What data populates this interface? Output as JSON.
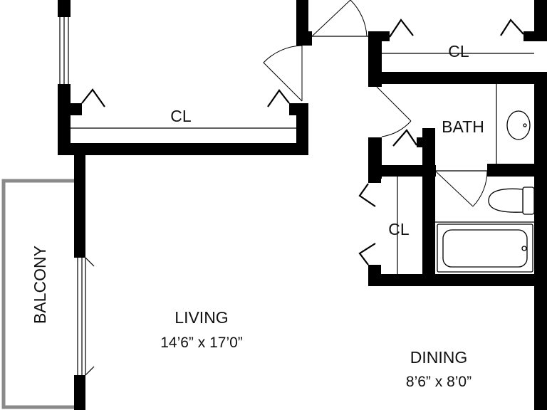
{
  "rooms": {
    "closet_top_left": {
      "label": "CL"
    },
    "closet_top_right": {
      "label": "CL"
    },
    "closet_middle": {
      "label": "CL"
    },
    "bath": {
      "label": "BATH"
    },
    "living": {
      "label": "LIVING",
      "dimensions": "14’6” x 17’0”"
    },
    "dining": {
      "label": "DINING",
      "dimensions": "8’6” x 8’0”"
    },
    "balcony": {
      "label": "BALCONY"
    }
  },
  "colors": {
    "wall": "#000000",
    "balcony_outline": "#8a8a8a",
    "background": "#ffffff"
  }
}
